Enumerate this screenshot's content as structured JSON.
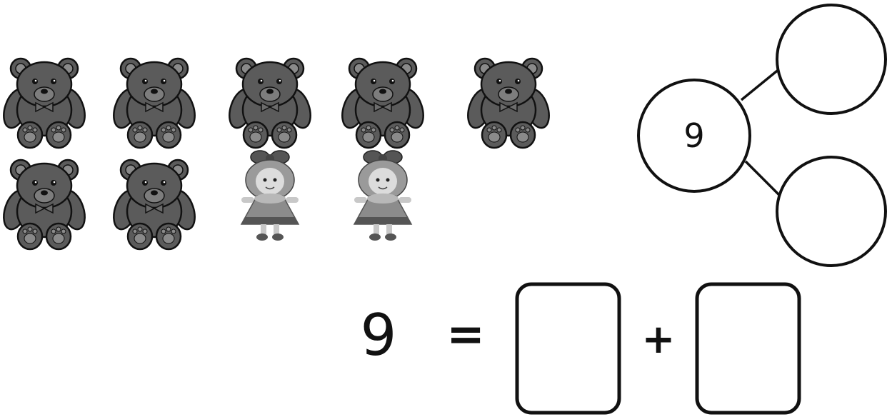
{
  "counters": {
    "items": [
      {
        "kind": "bear"
      },
      {
        "kind": "bear"
      },
      {
        "kind": "bear"
      },
      {
        "kind": "bear"
      },
      {
        "kind": "bear"
      },
      {
        "kind": "bear"
      },
      {
        "kind": "bear"
      },
      {
        "kind": "doll"
      },
      {
        "kind": "doll"
      }
    ]
  },
  "number_bond": {
    "whole": "9",
    "part_top": "",
    "part_bottom": ""
  },
  "equation": {
    "total": "9",
    "equals": "=",
    "plus": "+",
    "box1": "",
    "box2": ""
  }
}
